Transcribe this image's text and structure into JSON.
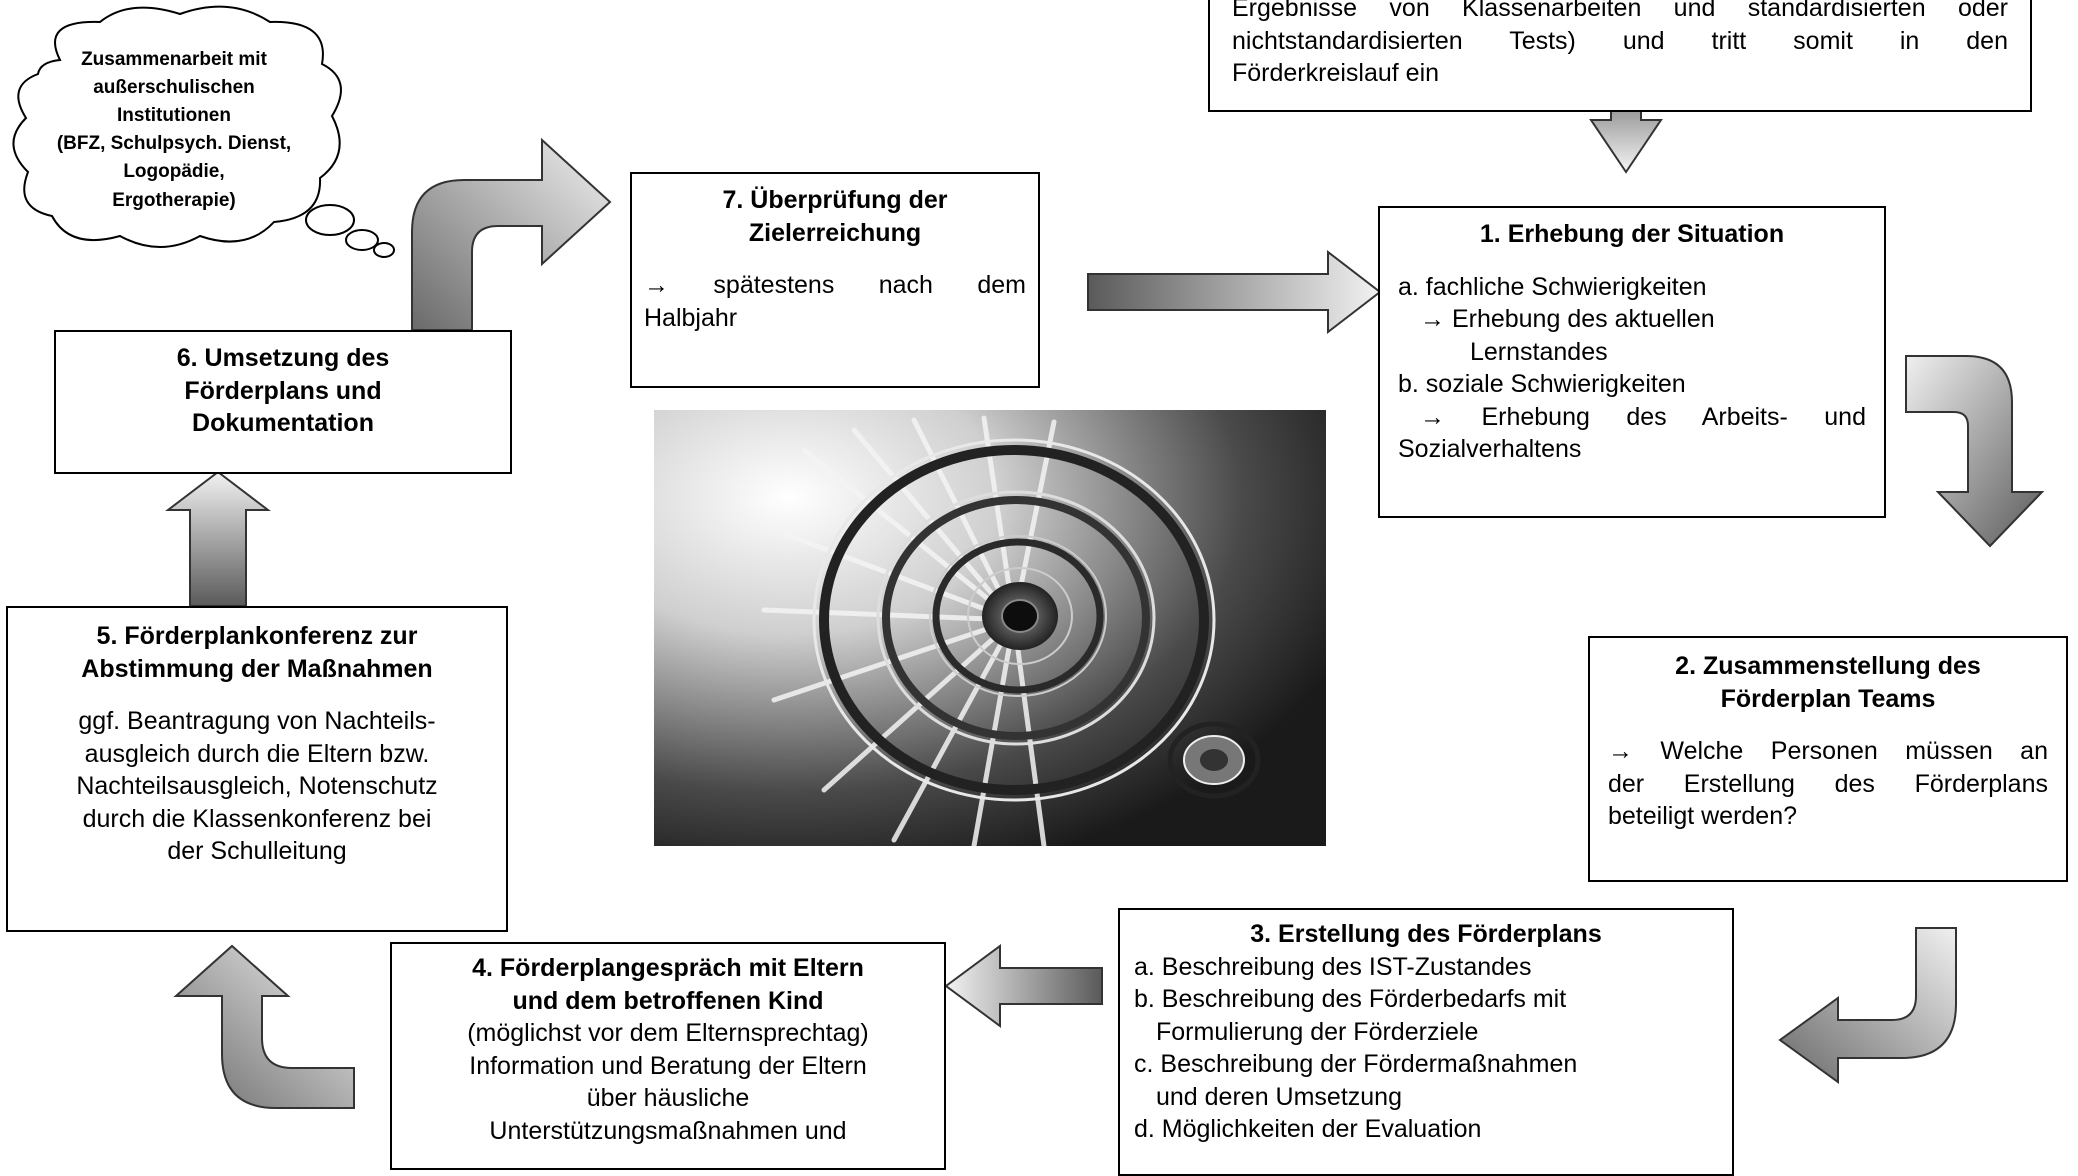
{
  "top_box": {
    "lines": [
      "Ergebnisse von Klassenarbeiten und standardisierten oder",
      "nichtstandardisierten Tests) und tritt somit in den",
      "Förderkreislauf ein"
    ]
  },
  "cloud": {
    "lines": [
      "Zusammenarbeit mit",
      "außerschulischen",
      "Institutionen",
      "(BFZ, Schulpsych. Dienst,",
      "Logopädie,",
      "Ergotherapie)"
    ]
  },
  "step1": {
    "title": "1. Erhebung der Situation",
    "lines": [
      "a. fachliche Schwierigkeiten",
      "→ Erhebung des aktuellen",
      "Lernstandes",
      "b. soziale Schwierigkeiten",
      "→ Erhebung des Arbeits- und",
      "Sozialverhaltens"
    ]
  },
  "step2": {
    "title_lines": [
      "2. Zusammenstellung des",
      "Förderplan Teams"
    ],
    "lines": [
      "→ Welche Personen müssen an",
      "der Erstellung des Förderplans",
      "beteiligt werden?"
    ]
  },
  "step3": {
    "title": "3. Erstellung des Förderplans",
    "lines": [
      "a. Beschreibung des IST-Zustandes",
      "b. Beschreibung des Förderbedarfs mit",
      "Formulierung der Förderziele",
      "c. Beschreibung der Fördermaßnahmen",
      "und deren Umsetzung",
      "d. Möglichkeiten der Evaluation"
    ]
  },
  "step4": {
    "title_lines": [
      "4. Förderplangespräch mit Eltern",
      "und dem betroffenen Kind"
    ],
    "lines": [
      "(möglichst vor dem Elternsprechtag)",
      "Information und  Beratung der Eltern",
      "über häusliche",
      "Unterstützungsmaßnahmen und"
    ]
  },
  "step5": {
    "title_lines": [
      "5. Förderplankonferenz zur",
      "Abstimmung der Maßnahmen"
    ],
    "lines": [
      "ggf. Beantragung von Nachteils-",
      "ausgleich durch die Eltern bzw.",
      "Nachteilsausgleich, Notenschutz",
      "durch die Klassenkonferenz bei",
      "der Schulleitung"
    ]
  },
  "step6": {
    "title_lines": [
      "6. Umsetzung des",
      "Förderplans und",
      "Dokumentation"
    ]
  },
  "step7": {
    "title_lines": [
      "7. Überprüfung der",
      "Zielerreichung"
    ],
    "lines": [
      "→ spätestens nach dem",
      "Halbjahr"
    ]
  },
  "photo": {
    "subject": "spiral staircase"
  }
}
